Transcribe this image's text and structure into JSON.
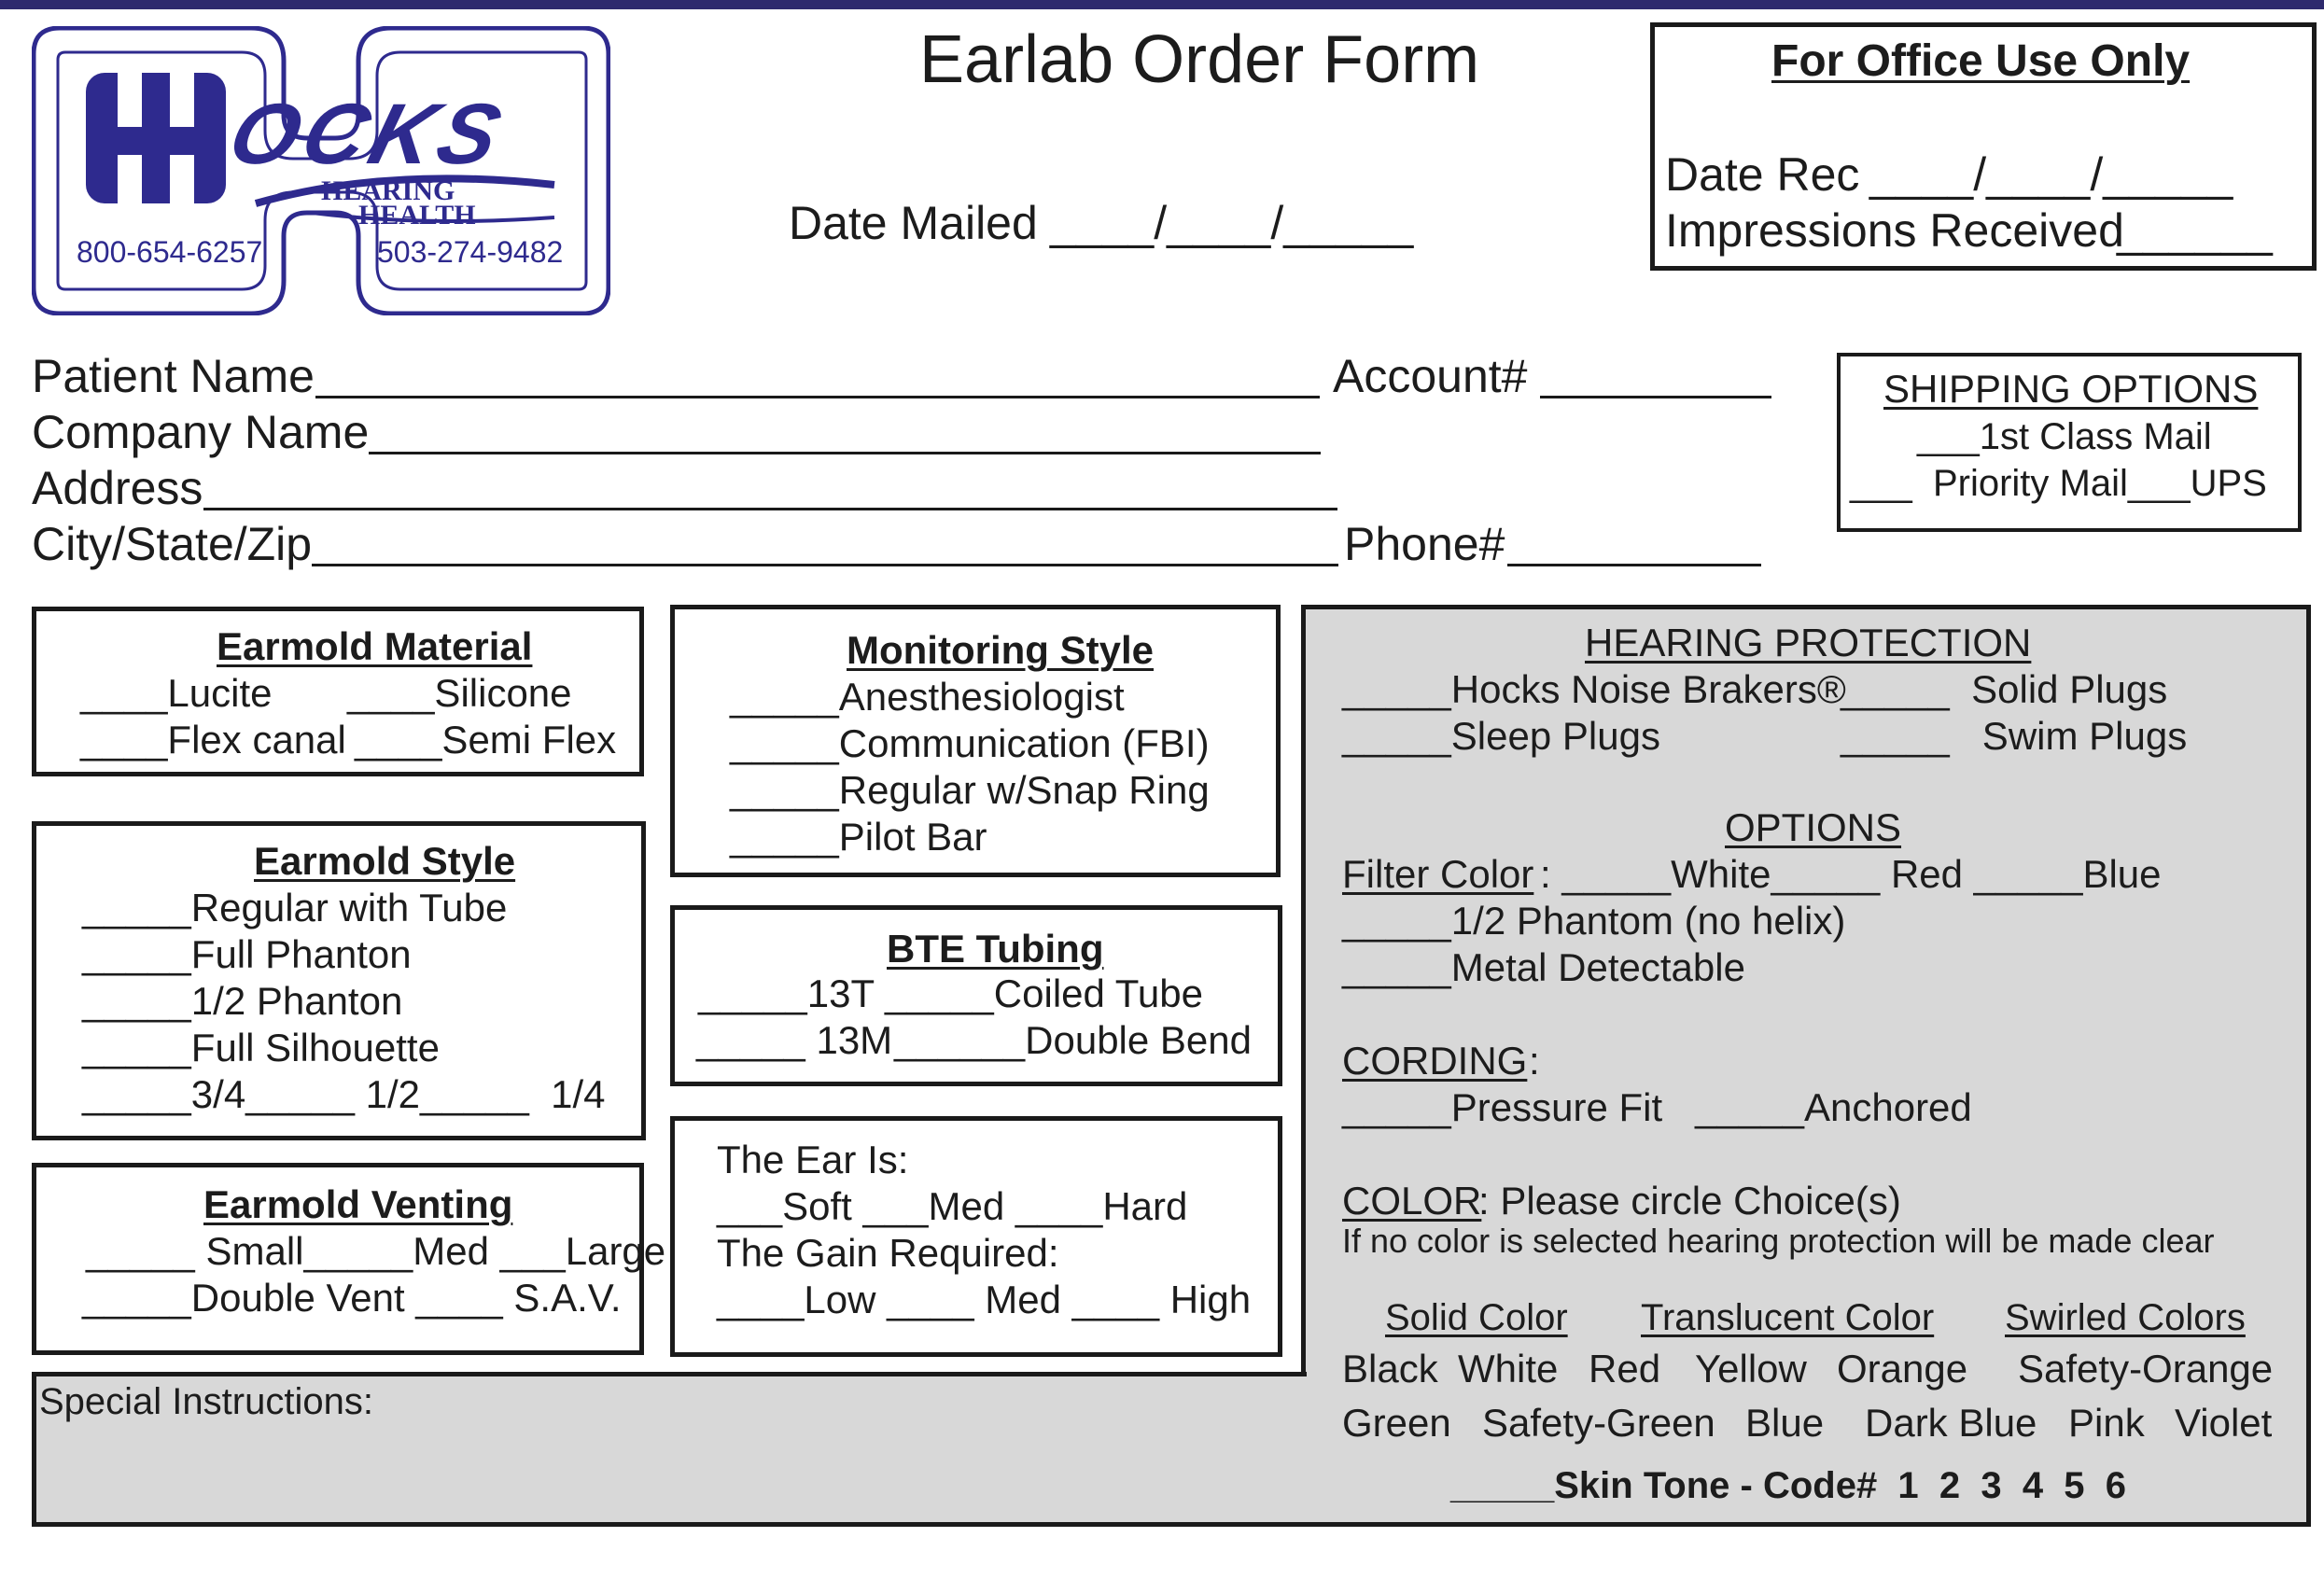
{
  "header": {
    "title": "Earlab Order Form",
    "date_mailed_label": "Date Mailed",
    "date_mailed_value": "____/____/_____"
  },
  "logo": {
    "brand": "OCKS",
    "sub1": "HEARING",
    "sub2": "HEALTH",
    "phone_left": "800-654-6257",
    "phone_right": "503-274-9482",
    "color": "#2e2a8e"
  },
  "office": {
    "title": "For Office Use Only",
    "date_rec_label": "Date Rec",
    "date_rec_value": "____/____/_____",
    "impressions_label": "Impressions Received",
    "impressions_value": "______"
  },
  "patient": {
    "patient_name": "Patient Name",
    "company_name": "Company Name",
    "address": "Address",
    "city_state_zip": "City/State/Zip",
    "account": "Account#",
    "phone": "Phone#"
  },
  "shipping": {
    "title": "SHIPPING OPTIONS",
    "line1": "___1st Class Mail",
    "line2": "___  Priority Mail___UPS"
  },
  "earmold_material": {
    "title": "Earmold Material",
    "line1a": "____Lucite",
    "line1b": "____Silicone",
    "line2a": "____Flex canal",
    "line2b": "____Semi Flex"
  },
  "monitoring_style": {
    "title": "Monitoring Style",
    "items": [
      "_____Anesthesiologist",
      "_____Communication (FBI)",
      "_____Regular w/Snap Ring",
      "_____Pilot Bar"
    ]
  },
  "earmold_style": {
    "title": "Earmold Style",
    "items": [
      "_____Regular with Tube",
      "_____Full Phanton",
      "_____1/2 Phanton",
      "_____Full Silhouette",
      "_____3/4_____ 1/2_____  1/4"
    ]
  },
  "bte_tubing": {
    "title": "BTE Tubing",
    "line1a": "_____13T",
    "line1b": "_____Coiled Tube",
    "line2a": "_____ 13M",
    "line2b": "______Double Bend"
  },
  "earmold_venting": {
    "title": "Earmold Venting",
    "line1": "_____ Small_____Med ___Large",
    "line2": "_____Double Vent ____ S.A.V."
  },
  "ear_gain": {
    "ear_label": "The Ear Is:",
    "ear_options": "___Soft ___Med ____Hard",
    "gain_label": "The Gain Required:",
    "gain_options": "____Low ____ Med ____ High"
  },
  "hearing_protection": {
    "title": "HEARING PROTECTION",
    "item1": "_____Hocks Noise Brakers®",
    "item2": "_____  Solid Plugs",
    "item3": "_____Sleep Plugs",
    "item4": "_____   Swim Plugs",
    "options_title": "OPTIONS",
    "filter_label": "Filter Color",
    "filter_options": ": _____White_____ Red _____Blue",
    "opt1": "_____1/2 Phantom (no helix)",
    "opt2": "_____Metal Detectable",
    "cording_label": "CORDING",
    "cording_colon": ":",
    "cording_options": "_____Pressure Fit   _____Anchored",
    "color_label": "COLOR",
    "color_instr": ": Please circle Choice(s)",
    "color_note": "If no color is selected hearing protection will be made clear",
    "solid_color": "Solid Color",
    "translucent_color": "Translucent Color",
    "swirled_colors": "Swirled Colors",
    "row1": [
      "Black",
      "White",
      "Red",
      "Yellow",
      "Orange",
      "Safety-Orange"
    ],
    "row2": [
      "Green",
      "Safety-Green",
      "Blue",
      "Dark Blue",
      "Pink",
      "Violet"
    ],
    "skin_tone": "_____Skin Tone - Code#  1  2  3  4  5  6"
  },
  "special": {
    "label": "Special Instructions:"
  }
}
